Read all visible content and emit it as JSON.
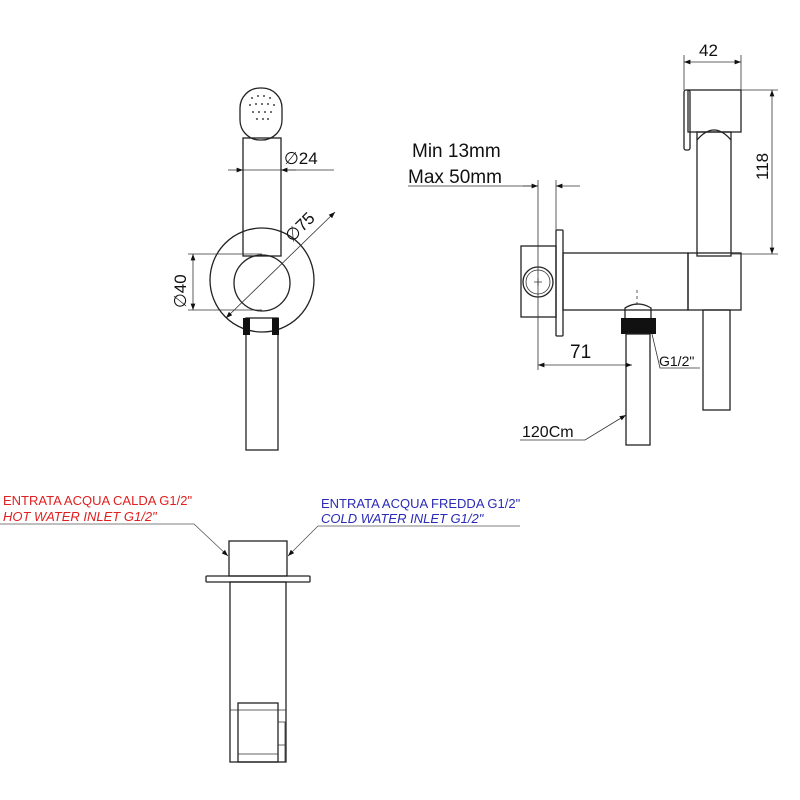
{
  "dimensions": {
    "head_diameter": "∅24",
    "plate_diameter": "∅75",
    "ring_diameter": "∅40",
    "holder_width": "42",
    "holder_height": "118",
    "wall_thickness_min": "Min 13mm",
    "wall_thickness_max": "Max 50mm",
    "projection": "71",
    "thread": "G1/2\"",
    "hose_length": "120Cm"
  },
  "labels": {
    "hot_it": "ENTRATA ACQUA CALDA G1/2\"",
    "hot_en": "HOT WATER INLET G1/2\"",
    "cold_it": "ENTRATA ACQUA FREDDA G1/2\"",
    "cold_en": "COLD WATER INLET G1/2\""
  },
  "colors": {
    "hot": "#e02020",
    "cold": "#2a2ab8",
    "line": "#222222"
  }
}
